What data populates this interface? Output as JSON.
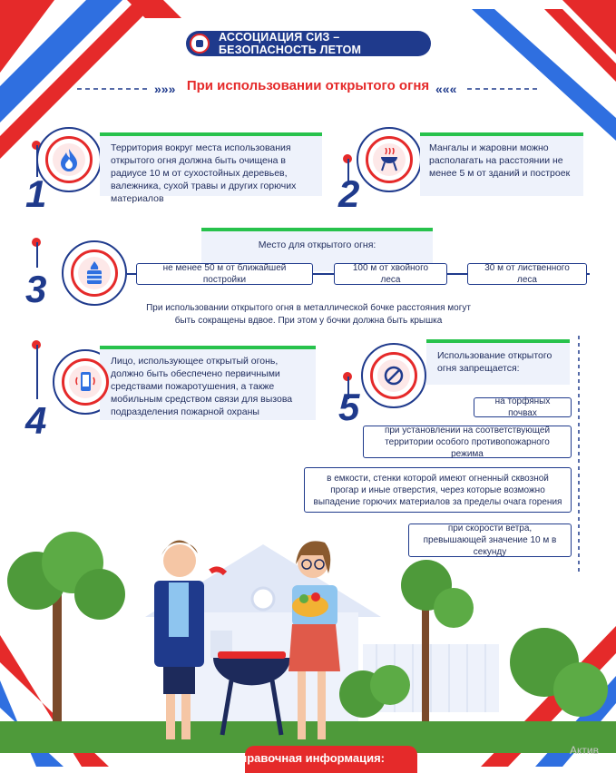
{
  "header": {
    "title": "АССОЦИАЦИЯ СИЗ – БЕЗОПАСНОСТЬ ЛЕТОМ"
  },
  "section_title": "При использовании открытого огня",
  "items": [
    {
      "number": "1",
      "text": "Территория вокруг места использования открытого огня должна быть очищена в радиусе 10 м от сухостойных деревьев, валежника, сухой травы и других горючих материалов",
      "icon": "fire-icon"
    },
    {
      "number": "2",
      "text": "Мангалы и жаровни можно располагать на расстоянии не менее 5 м от зданий и построек",
      "icon": "grill-icon"
    },
    {
      "number": "3",
      "text": "Место для открытого огня:",
      "icon": "barrel-fire-icon",
      "distances": [
        "не менее 50 м от ближайшей постройки",
        "100 м от хвойного леса",
        "30 м от лиственного леса"
      ],
      "note": "При использовании открытого огня в металлической бочке расстояния могут быть сокращены вдвое. При этом у бочки должна быть крышка"
    },
    {
      "number": "4",
      "text": "Лицо, использующее открытый огонь, должно быть обеспечено первичными средствами пожаротушения, а также мобильным средством связи для вызова подразделения пожарной охраны",
      "icon": "phone-icon"
    },
    {
      "number": "5",
      "text": "Использование открытого огня запрещается:",
      "icon": "prohibited-icon",
      "conditions": [
        "на торфяных почвах",
        "при установлении на соответствующей территории особого противопожарного режима",
        "в емкости, стенки которой имеют огненный сквозной прогар и иные отверстия, через которые возможно выпадение горючих материалов за пределы очага горения",
        "при скорости ветра, превышающей значение 10 м в секунду"
      ]
    }
  ],
  "footer": {
    "reference": "Справочная информация:"
  },
  "watermark": "Актив",
  "colors": {
    "blue": "#1f3a8c",
    "red": "#e52a2a",
    "green": "#27c24c",
    "card": "#eef2fb"
  }
}
